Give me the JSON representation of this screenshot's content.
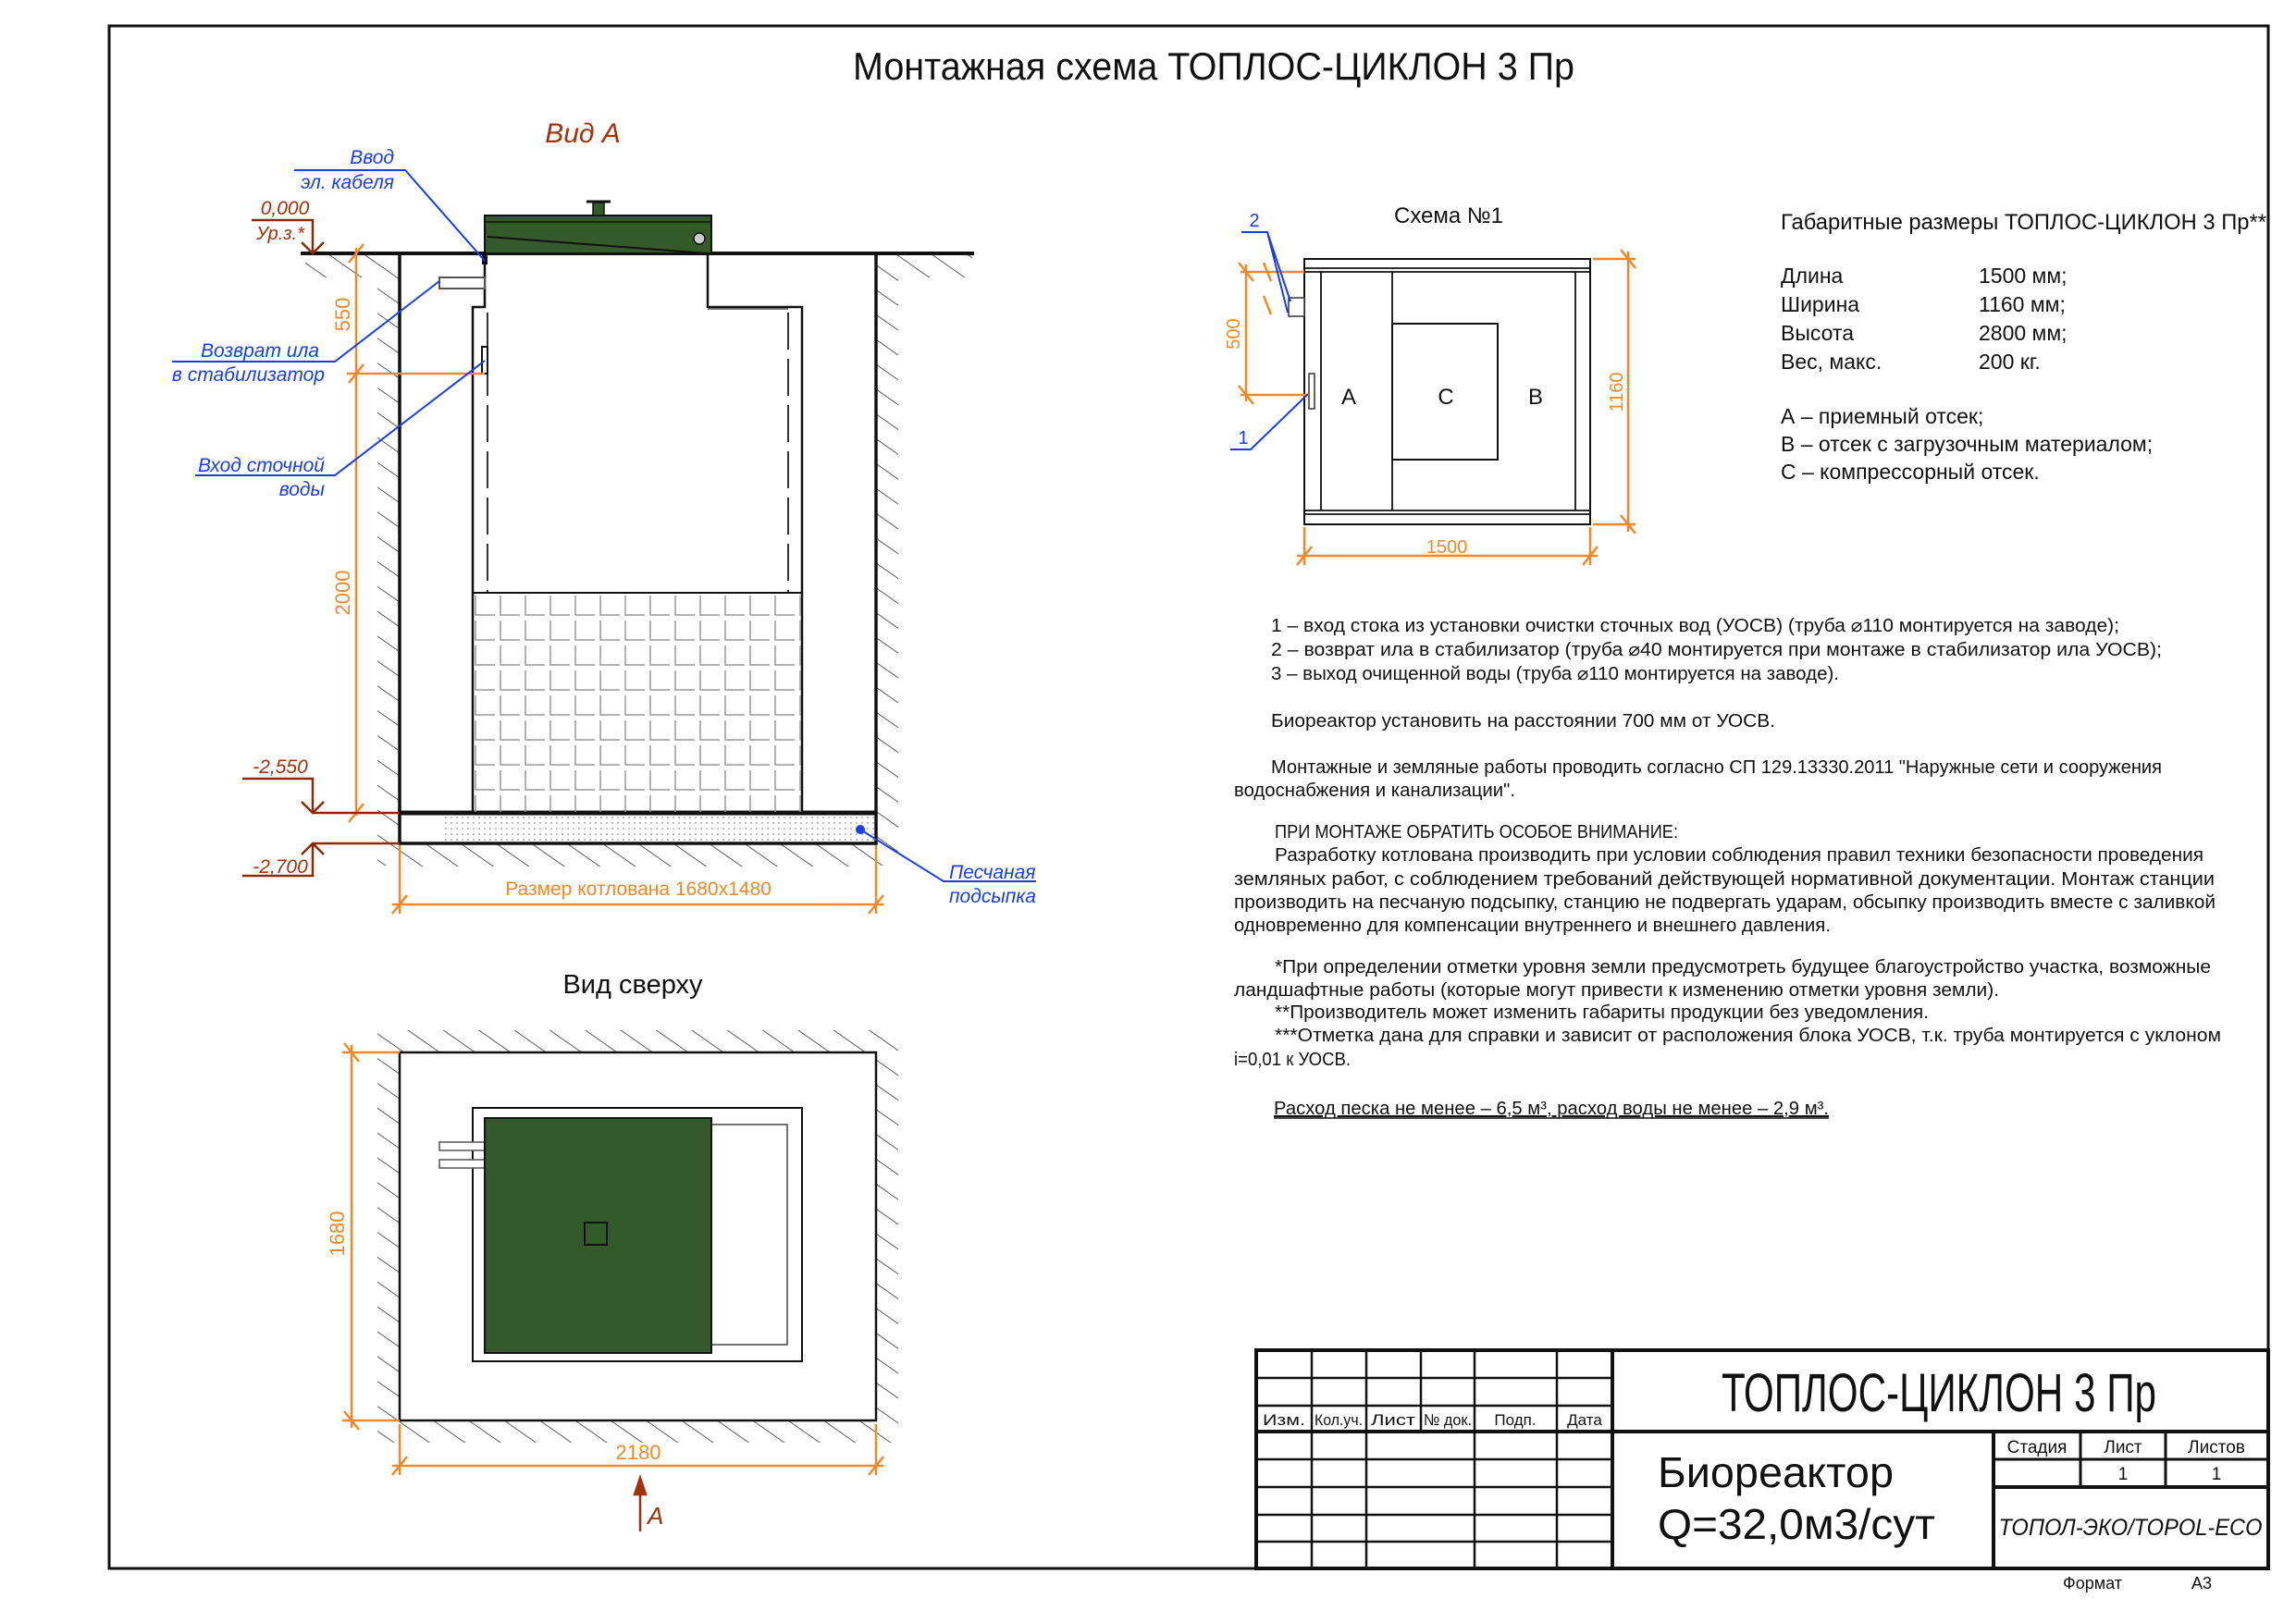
{
  "title": "Монтажная схема ТОПЛОС-ЦИКЛОН 3 Пр",
  "colors": {
    "dimension": "#f0892a",
    "callout": "#1b3ee0",
    "elevation": "#a3320c",
    "lid": "#355a2a"
  },
  "view_a": {
    "title": "Вид А",
    "callouts": {
      "cable_1": "Ввод",
      "cable_2": "эл. кабеля",
      "sludge_1": "Возврат ила",
      "sludge_2": "в стабилизатор",
      "inlet_1": "Вход сточной",
      "inlet_2": "воды",
      "sand_1": "Песчаная",
      "sand_2": "подсыпка"
    },
    "elevations": {
      "ground": "0,000",
      "ground_label": "Ур.з.*",
      "bottom_tank": "-2,550",
      "bottom_pit": "-2,700"
    },
    "dims": {
      "d550": "550",
      "d2000": "2000",
      "pit": "Размер котлована 1680х1480"
    }
  },
  "view_top": {
    "title": "Вид сверху",
    "d1680": "1680",
    "d2180": "2180",
    "arrow_label": "А"
  },
  "scheme": {
    "title": "Схема №1",
    "compartments": {
      "a": "А",
      "c": "С",
      "b": "В"
    },
    "callouts": {
      "one": "1",
      "two": "2"
    },
    "dims": {
      "d500": "500",
      "d1160": "1160",
      "d1500": "1500"
    }
  },
  "specs": {
    "title": "Габаритные размеры ТОПЛОС-ЦИКЛОН 3 Пр**",
    "rows": [
      {
        "label": "Длина",
        "value": "1500 мм;"
      },
      {
        "label": "Ширина",
        "value": "1160 мм;"
      },
      {
        "label": "Высота",
        "value": "2800 мм;"
      },
      {
        "label": "Вес, макс.",
        "value": "200 кг."
      }
    ],
    "legend": [
      "А – приемный отсек;",
      "В – отсек с загрузочным материалом;",
      "С – компрессорный отсек."
    ]
  },
  "notes": {
    "items": [
      "1 – вход стока из установки очистки сточных вод (УОСВ) (труба ⌀110 монтируется на заводе);",
      "2 – возврат ила в стабилизатор (труба ⌀40 монтируется при монтаже в стабилизатор ила УОСВ);",
      "3 – выход очищенной воды (труба ⌀110 монтируется на заводе)."
    ],
    "distance": "Биореактор установить на расстоянии 700 мм от УОСВ.",
    "works_1": "Монтажные и земляные работы проводить согласно СП 129.13330.2011 \"Наружные сети и сооружения",
    "works_2": "водоснабжения и канализации\".",
    "attention_title": "ПРИ МОНТАЖЕ ОБРАТИТЬ ОСОБОЕ ВНИМАНИЕ:",
    "attention": [
      "Разработку котлована производить при условии соблюдения правил техники безопасности проведения",
      "земляных работ, с соблюдением требований действующей нормативной документации. Монтаж станции",
      "производить на песчаную подсыпку, станцию не подвергать ударам, обсыпку производить вместе с заливкой",
      "одновременно для компенсации внутреннего и внешнего давления."
    ],
    "footnotes": [
      "*При определении отметки уровня земли предусмотреть будущее благоустройство участка, возможные",
      "ландшафтные работы (которые могут привести к изменению отметки уровня земли).",
      "**Производитель может изменить габариты продукции без уведомления.",
      "***Отметка дана для справки и зависит от расположения блока УОСВ, т.к. труба монтируется с уклоном",
      "i=0,01 к УОСВ."
    ],
    "consumption": "Расход песка не менее – 6,5 м³, расход воды не менее – 2,9 м³."
  },
  "title_block": {
    "headers": [
      "Изм.",
      "Кол.уч.",
      "Лист",
      "№ док.",
      "Подп.",
      "Дата"
    ],
    "product": "ТОПЛОС-ЦИКЛОН 3 Пр",
    "name_1": "Биореактор",
    "name_2": "Q=32,0м3/сут",
    "stage_label": "Стадия",
    "sheet_label": "Лист",
    "sheets_label": "Листов",
    "stage": "",
    "sheet": "1",
    "sheets": "1",
    "company": "ТОПОЛ-ЭКО/TOPOL-ECO",
    "format_label": "Формат",
    "format": "А3"
  }
}
